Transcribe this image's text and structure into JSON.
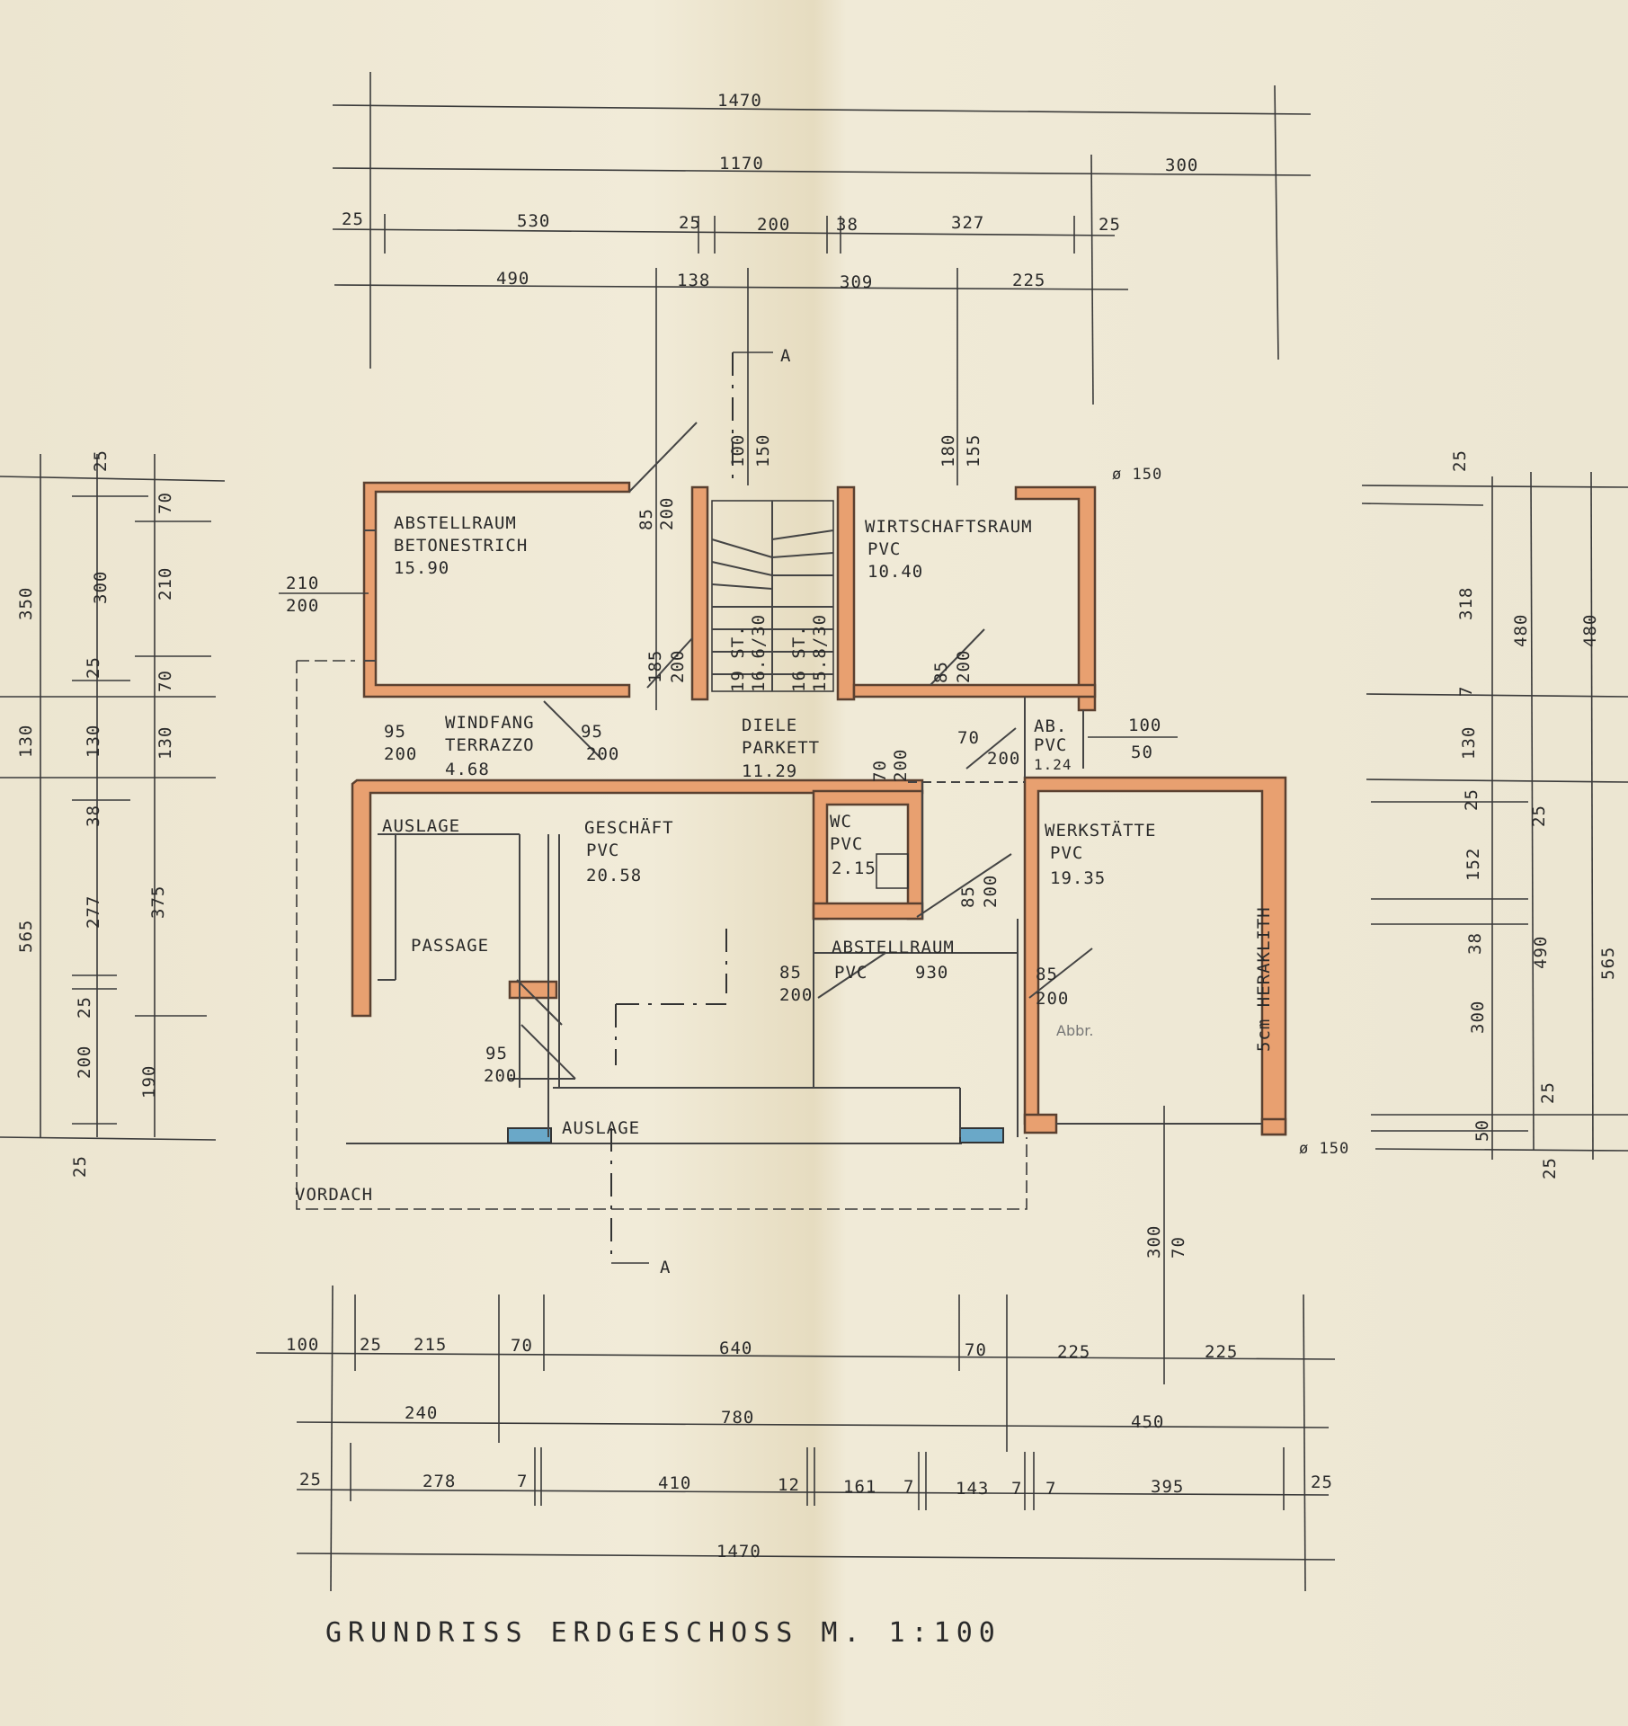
{
  "title": "GRUNDRISS  ERDGESCHOSS  M. 1:100",
  "section_marker": "A",
  "rooms": [
    {
      "name": "ABSTELLRAUM",
      "floor": "BETONESTRICH",
      "area": "15.90"
    },
    {
      "name": "WIRTSCHAFTSRAUM",
      "floor": "PVC",
      "area": "10.40"
    },
    {
      "name": "WINDFANG",
      "floor": "TERRAZZO",
      "area": "4.68"
    },
    {
      "name": "DIELE",
      "floor": "PARKETT",
      "area": "11.29"
    },
    {
      "name": "AB.",
      "floor": "PVC",
      "area": "1.24"
    },
    {
      "name": "GESCHÄFT",
      "floor": "PVC",
      "area": "20.58"
    },
    {
      "name": "WC",
      "floor": "PVC",
      "area": "2.15"
    },
    {
      "name": "WERKSTÄTTE",
      "floor": "PVC",
      "area": "19.35"
    },
    {
      "name": "ABSTELLRAUM",
      "floor": "PVC",
      "area": "930"
    }
  ],
  "labels": {
    "auslage_top": "AUSLAGE",
    "auslage_bottom": "AUSLAGE",
    "passage": "PASSAGE",
    "vordach": "VORDACH",
    "heraklith": "5cm HERAKLITH",
    "chimney_top": "ø 150",
    "chimney_bottom": "ø 150",
    "abbr": "Abbr.",
    "stair_left": "19 ST.",
    "stair_left_dim": "16.6/30",
    "stair_right": "16 ST.",
    "stair_right_dim": "15.8/30"
  },
  "dims_top": {
    "row1": [
      "1470"
    ],
    "row2": [
      "1170",
      "300"
    ],
    "row3": [
      "25",
      "530",
      "25",
      "200",
      "38",
      "327",
      "25"
    ],
    "row4": [
      "490",
      "138",
      "309",
      "225"
    ],
    "vert": [
      "100",
      "150",
      "180",
      "155"
    ]
  },
  "dims_bottom": {
    "row1": [
      "100",
      "25",
      "215",
      "70",
      "640",
      "70",
      "225",
      "225"
    ],
    "row2": [
      "240",
      "780",
      "450"
    ],
    "row3": [
      "25",
      "278",
      "7",
      "410",
      "12",
      "161",
      "7",
      "143",
      "7",
      "7",
      "395",
      "25"
    ],
    "row4": [
      "1470"
    ],
    "vert": [
      "300",
      "70"
    ]
  },
  "dims_left": {
    "col1": [
      "350",
      "130",
      "565"
    ],
    "col2": [
      "25",
      "300",
      "25",
      "130",
      "38",
      "277",
      "25",
      "200",
      "25"
    ],
    "col3": [
      "70",
      "210",
      "70",
      "130",
      "375",
      "190"
    ],
    "window": [
      "210",
      "200"
    ]
  },
  "dims_right": {
    "col1": [
      "25",
      "318",
      "7",
      "130",
      "25",
      "152",
      "38",
      "300",
      "50",
      "25"
    ],
    "col2": [
      "480",
      "25",
      "490",
      "25"
    ],
    "col3": [
      "480",
      "565"
    ],
    "door": [
      "100",
      "50"
    ]
  },
  "openings": {
    "o1": [
      "85",
      "200"
    ],
    "o2": [
      "185",
      "200"
    ],
    "o3": [
      "85",
      "200"
    ],
    "o4": [
      "95",
      "200"
    ],
    "o5": [
      "95",
      "200"
    ],
    "o6": [
      "70",
      "200"
    ],
    "o7": [
      "70",
      "200"
    ],
    "o8": [
      "85",
      "200"
    ],
    "o9": [
      "85",
      "200"
    ],
    "o10": [
      "85",
      "200"
    ],
    "o11": [
      "95",
      "200"
    ]
  }
}
